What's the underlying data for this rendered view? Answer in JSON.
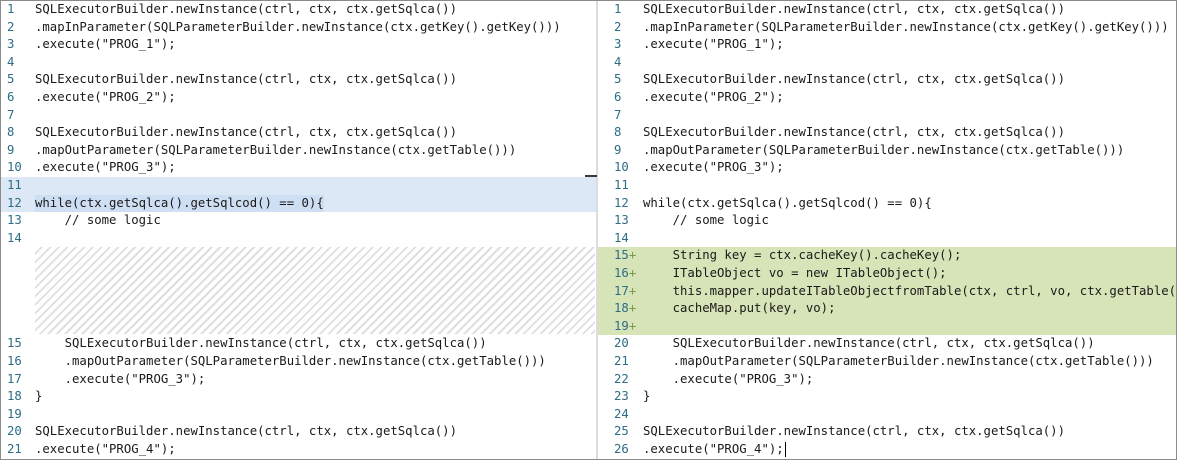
{
  "diff": {
    "left_lines": [
      {
        "n": "1",
        "text": "SQLExecutorBuilder.newInstance(ctrl, ctx, ctx.getSqlca())"
      },
      {
        "n": "2",
        "text": ".mapInParameter(SQLParameterBuilder.newInstance(ctx.getKey().getKey()))"
      },
      {
        "n": "3",
        "text": ".execute(\"PROG_1\");"
      },
      {
        "n": "4",
        "text": ""
      },
      {
        "n": "5",
        "text": "SQLExecutorBuilder.newInstance(ctrl, ctx, ctx.getSqlca())"
      },
      {
        "n": "6",
        "text": ".execute(\"PROG_2\");"
      },
      {
        "n": "7",
        "text": ""
      },
      {
        "n": "8",
        "text": "SQLExecutorBuilder.newInstance(ctrl, ctx, ctx.getSqlca())"
      },
      {
        "n": "9",
        "text": ".mapOutParameter(SQLParameterBuilder.newInstance(ctx.getTable()))"
      },
      {
        "n": "10",
        "text": ".execute(\"PROG_3\");"
      },
      {
        "n": "11",
        "text": ""
      },
      {
        "n": "12",
        "text": "while(ctx.getSqlca().getSqlcod() == 0){"
      },
      {
        "n": "13",
        "text": "    // some logic"
      },
      {
        "n": "14",
        "text": ""
      },
      {
        "n": "15",
        "text": "    SQLExecutorBuilder.newInstance(ctrl, ctx, ctx.getSqlca())"
      },
      {
        "n": "16",
        "text": "    .mapOutParameter(SQLParameterBuilder.newInstance(ctx.getTable()))"
      },
      {
        "n": "17",
        "text": "    .execute(\"PROG_3\");"
      },
      {
        "n": "18",
        "text": "}"
      },
      {
        "n": "19",
        "text": ""
      },
      {
        "n": "20",
        "text": "SQLExecutorBuilder.newInstance(ctrl, ctx, ctx.getSqlca())"
      },
      {
        "n": "21",
        "text": ".execute(\"PROG_4\");"
      }
    ],
    "right_lines": [
      {
        "n": "1",
        "text": "SQLExecutorBuilder.newInstance(ctrl, ctx, ctx.getSqlca())"
      },
      {
        "n": "2",
        "text": ".mapInParameter(SQLParameterBuilder.newInstance(ctx.getKey().getKey()))"
      },
      {
        "n": "3",
        "text": ".execute(\"PROG_1\");"
      },
      {
        "n": "4",
        "text": ""
      },
      {
        "n": "5",
        "text": "SQLExecutorBuilder.newInstance(ctrl, ctx, ctx.getSqlca())"
      },
      {
        "n": "6",
        "text": ".execute(\"PROG_2\");"
      },
      {
        "n": "7",
        "text": ""
      },
      {
        "n": "8",
        "text": "SQLExecutorBuilder.newInstance(ctrl, ctx, ctx.getSqlca())"
      },
      {
        "n": "9",
        "text": ".mapOutParameter(SQLParameterBuilder.newInstance(ctx.getTable()))"
      },
      {
        "n": "10",
        "text": ".execute(\"PROG_3\");"
      },
      {
        "n": "11",
        "text": ""
      },
      {
        "n": "12",
        "text": "while(ctx.getSqlca().getSqlcod() == 0){"
      },
      {
        "n": "13",
        "text": "    // some logic"
      },
      {
        "n": "14",
        "text": ""
      },
      {
        "n": "15",
        "plus": "+",
        "text": "    String key = ctx.cacheKey().cacheKey();"
      },
      {
        "n": "16",
        "plus": "+",
        "text": "    ITableObject vo = new ITableObject();"
      },
      {
        "n": "17",
        "plus": "+",
        "text": "    this.mapper.updateITableObjectfromTable(ctx, ctrl, vo, ctx.getTable());"
      },
      {
        "n": "18",
        "plus": "+",
        "text": "    cacheMap.put(key, vo);"
      },
      {
        "n": "19",
        "plus": "+",
        "text": ""
      },
      {
        "n": "20",
        "text": "    SQLExecutorBuilder.newInstance(ctrl, ctx, ctx.getSqlca())"
      },
      {
        "n": "21",
        "text": "    .mapOutParameter(SQLParameterBuilder.newInstance(ctx.getTable()))"
      },
      {
        "n": "22",
        "text": "    .execute(\"PROG_3\");"
      },
      {
        "n": "23",
        "text": "}"
      },
      {
        "n": "24",
        "text": ""
      },
      {
        "n": "25",
        "text": "SQLExecutorBuilder.newInstance(ctrl, ctx, ctx.getSqlca())"
      },
      {
        "n": "26",
        "text": ".execute(\"PROG_4\");"
      }
    ],
    "colors": {
      "added_background": "#d6e4b8",
      "selection_background": "#dde8f6",
      "line_number": "#2d6d85"
    }
  }
}
